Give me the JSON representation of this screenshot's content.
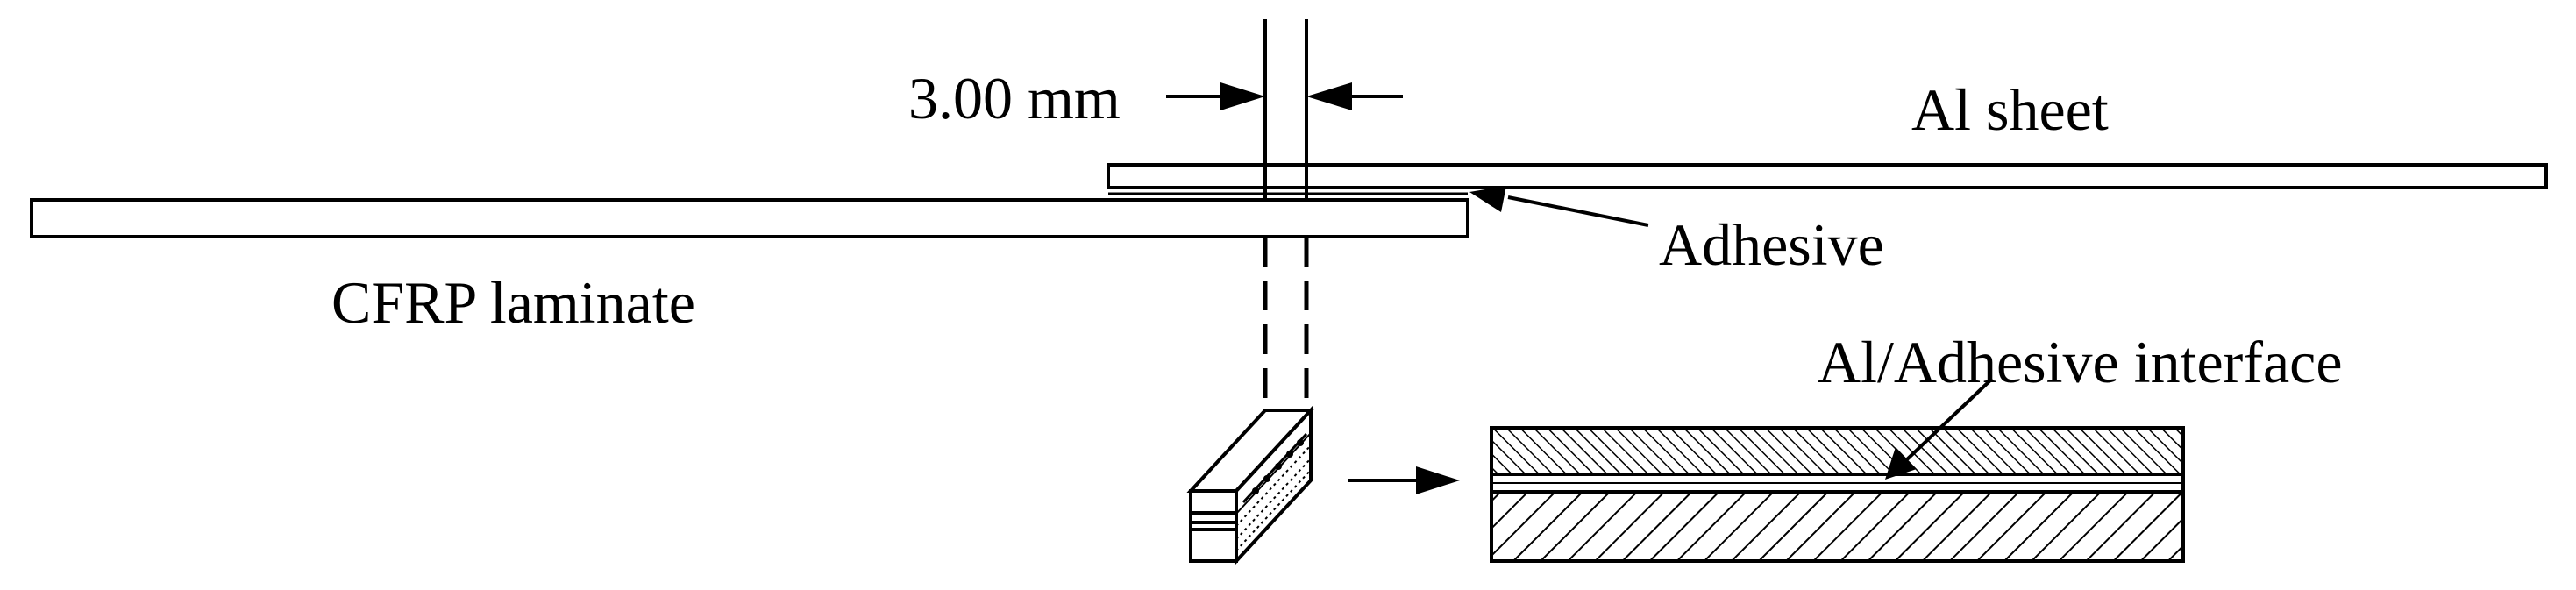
{
  "labels": {
    "dimension": "3.00 mm",
    "al_sheet": "Al sheet",
    "adhesive": "Adhesive",
    "cfrp": "CFRP laminate",
    "interface": "Al/Adhesive interface"
  },
  "colors": {
    "stroke": "#000000",
    "background": "#ffffff"
  }
}
